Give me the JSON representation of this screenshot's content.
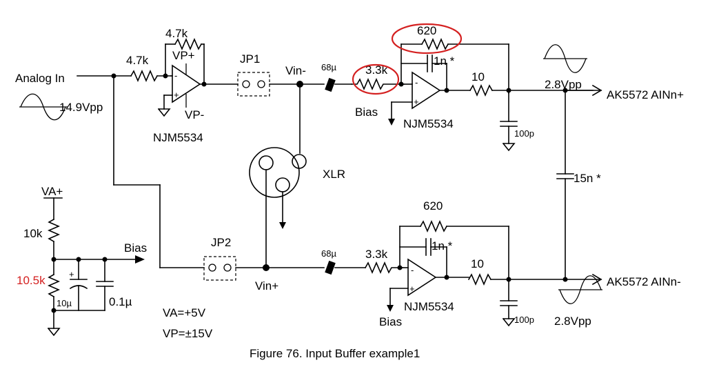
{
  "labels": {
    "analog_in": "Analog In",
    "input_amplitude": "14.9Vpp",
    "r_in": "4.7k",
    "r_fb1": "4.7k",
    "vp_plus": "VP+",
    "vp_minus": "VP-",
    "opamp1": "NJM5534",
    "jp1": "JP1",
    "jp2": "JP2",
    "vin_minus": "Vin-",
    "vin_plus": "Vin+",
    "ferrite_top": "68µ",
    "ferrite_bot": "68µ",
    "r33_top": "3.3k",
    "r33_bot": "3.3k",
    "r620_top": "620",
    "r620_bot": "620",
    "c1n_top": "1n *",
    "c1n_bot": "1n *",
    "opamp2": "NJM5534",
    "opamp3": "NJM5534",
    "bias_top": "Bias",
    "bias_bot": "Bias",
    "bias_mid": "Bias",
    "r10_top": "10",
    "r10_bot": "10",
    "c100p_top": "100p",
    "c100p_bot": "100p",
    "out_top_amp": "2.8Vpp",
    "out_bot_amp": "2.8Vpp",
    "out_top_name": "AK5572 AINn+",
    "out_bot_name": "AK5572 AINn-",
    "c15n": "15n *",
    "xlr": "XLR",
    "va_plus": "VA+",
    "r10k": "10k",
    "r105k": "10.5k",
    "c10u": "10µ",
    "c01u": "0.1µ",
    "va_note": "VA=+5V",
    "vp_note": "VP=±15V",
    "caption": "Figure 76. Input Buffer example1"
  },
  "colors": {
    "highlight": "#d42020",
    "wire": "#000000"
  }
}
